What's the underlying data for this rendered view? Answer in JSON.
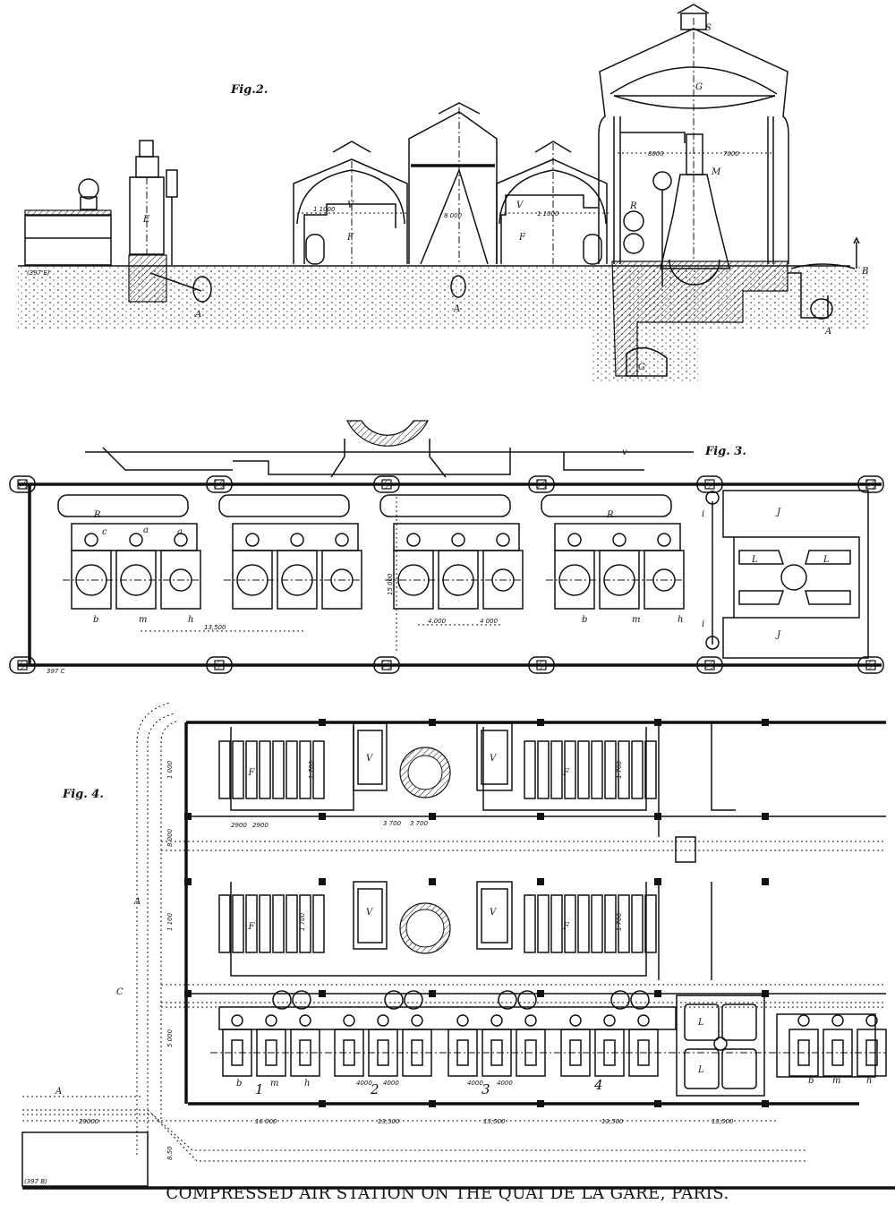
{
  "caption": "COMPRESSED AIR STATION ON THE QUAI DE LA GARE, PARIS.",
  "fig2": {
    "title": "Fig.2.",
    "ref": "(397 E)",
    "labels": {
      "E": "E",
      "A": "A",
      "V": "V",
      "F": "F",
      "S": "S",
      "G": "G",
      "M": "M",
      "R": "R",
      "B": "B"
    },
    "dims": {
      "w1": "1 1000",
      "mid": "8 000",
      "d8000": "8000",
      "d7000": "7000"
    }
  },
  "fig3": {
    "title": "Fig. 3.",
    "ref": "397 C",
    "labels": {
      "R": "R",
      "a": "a",
      "c": "c",
      "b": "b",
      "m": "m",
      "h": "h",
      "J": "J",
      "L": "L",
      "v": "v",
      "i": "i"
    },
    "dims": {
      "span": "13,500",
      "width": "15 000",
      "eng": "4.000",
      "eng2": "4 000"
    }
  },
  "fig4": {
    "title": "Fig. 4.",
    "ref": "(397 B)",
    "labels": {
      "F": "F",
      "V": "V",
      "A": "A",
      "C": "C",
      "L": "L",
      "b": "b",
      "m": "m",
      "h": "h"
    },
    "groups": [
      "1",
      "2",
      "3",
      "4"
    ],
    "dims": {
      "d1000": "1 000",
      "d1100": "1 100",
      "d8000": "8 000",
      "d5000": "5 000",
      "d1700": "1 700",
      "d2900": "2900",
      "d3700": "3 700",
      "d4000": "4000",
      "d16000": "16 000",
      "d13500": "13,500",
      "d29000": "29000",
      "d850": "8.50"
    }
  }
}
